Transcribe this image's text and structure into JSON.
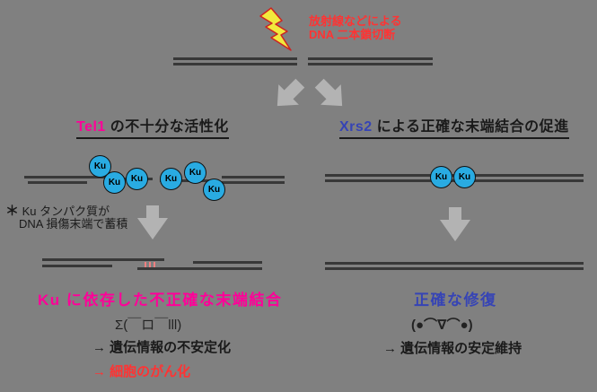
{
  "colors": {
    "background": "#808080",
    "dna_strand": "#383838",
    "ku_fill": "#29abe2",
    "magenta": "#ff0099",
    "red": "#ff3333",
    "blue": "#3644b5",
    "arrow_gray": "#b3b3b3",
    "bolt_yellow": "#f2e93c",
    "bolt_outline": "#cc2222",
    "mismatch_pink": "#f08080",
    "text_black": "#1a1a1a"
  },
  "top": {
    "cause_line1": "放射線などによる",
    "cause_line2": "DNA 二本鎖切断"
  },
  "left_branch": {
    "header_gene": "Tel1",
    "header_rest": " の不十分な活性化",
    "ku_label": "Ku",
    "note_marker": "＊",
    "note_line1": "Ku タンパク質が",
    "note_line2": "DNA 損傷末端で蓄積",
    "result": "Ku に依存した不正確な末端結合",
    "emoticon": "Σ(￣ロ￣lll)",
    "outcome1": "→ 遺伝情報の不安定化",
    "outcome2": "→ 細胞のがん化"
  },
  "right_branch": {
    "header_gene": "Xrs2",
    "header_rest": " による正確な末端結合の促進",
    "ku_label": "Ku",
    "result": "正確な修復",
    "emoticon": "(●⌒∇⌒●)",
    "outcome1": "→ 遺伝情報の安定維持"
  }
}
